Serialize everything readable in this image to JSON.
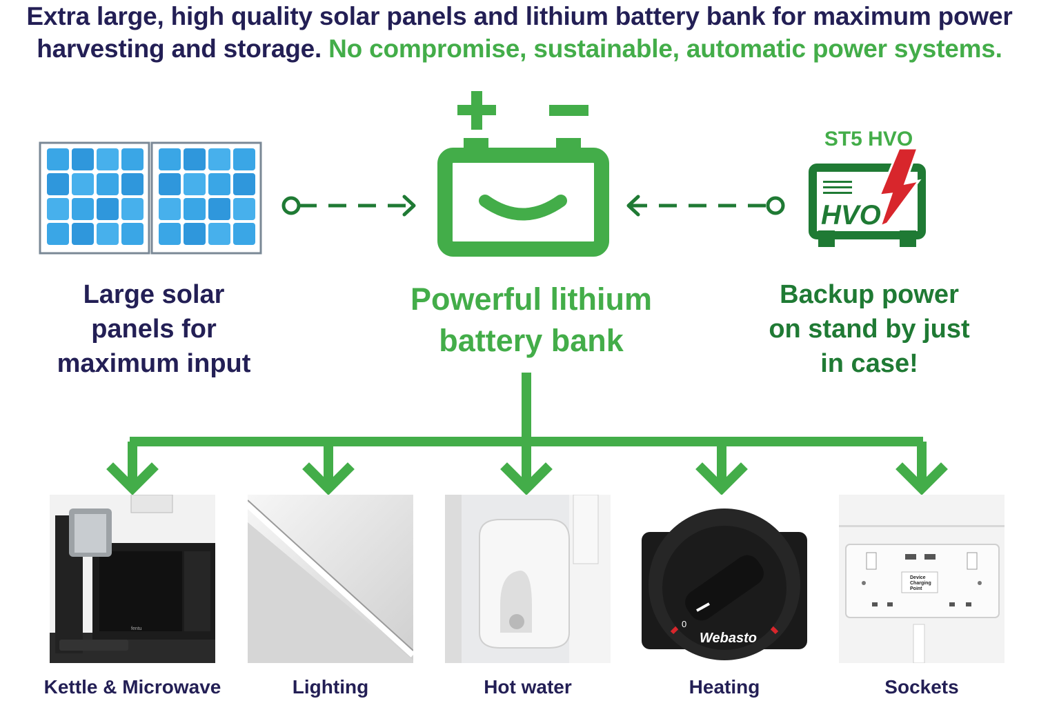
{
  "headline": {
    "part1": "Extra large, high quality solar panels and lithium battery bank for maximum power harvesting and storage.",
    "part2": "No compromise, sustainable, automatic power systems."
  },
  "solar": {
    "caption_lines": [
      "Large solar",
      "panels for",
      "maximum input"
    ]
  },
  "battery": {
    "caption_lines": [
      "Powerful lithium",
      "battery bank"
    ]
  },
  "backup": {
    "badge": "ST5 HVO",
    "generator_text": "HVO",
    "caption_lines": [
      "Backup power",
      "on stand by just",
      "in case!"
    ]
  },
  "outputs": [
    {
      "label": "Kettle & Microwave",
      "photo_text": "fentu"
    },
    {
      "label": "Lighting"
    },
    {
      "label": "Hot water"
    },
    {
      "label": "Heating",
      "photo_text": "Webasto",
      "dial_mark": "0"
    },
    {
      "label": "Sockets",
      "photo_text": [
        "Device",
        "Charging",
        "Point"
      ]
    }
  ],
  "colors": {
    "navy": "#231f55",
    "green": "#43ad49",
    "dark_green": "#1f7a34",
    "red": "#d8262c",
    "solar_blue": "#3aa6e6"
  }
}
